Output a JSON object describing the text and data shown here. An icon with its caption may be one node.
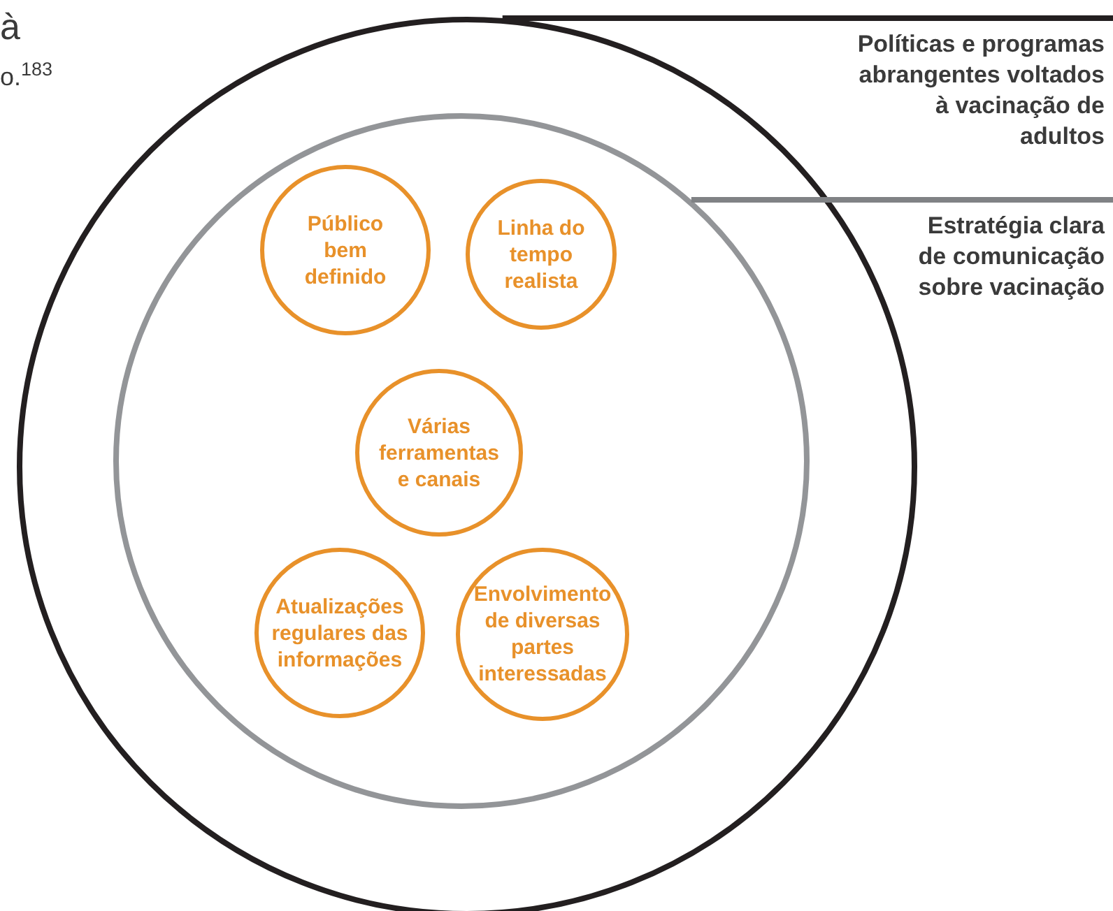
{
  "diagram": {
    "nodes": [
      {
        "text": [],
        "shape": "circle"
      },
      {
        "text": [],
        "shape": "circle",
        "in": 0
      },
      {
        "text": [
          "Público bem definido"
        ],
        "in": 1
      },
      {
        "text": [
          "Linha do tempo realista"
        ],
        "in": 1
      },
      {
        "text": [
          "Várias ferramentas e canais"
        ],
        "in": 1
      },
      {
        "text": [
          "Atualizações regulares das informações"
        ],
        "in": 1
      },
      {
        "text": [
          "Envolvimento de diversas partes interessadas"
        ],
        "in": 1
      },
      {
        "text": [
          "Políticas e programas abrangentes voltados à vacinação de adultos"
        ]
      },
      {
        "text": [
          "Estratégia clara de comunicação sobre vacinação"
        ]
      }
    ],
    "edges": [
      {
        "from": 7,
        "to": 0,
        "arrow": "none"
      },
      {
        "from": 8,
        "to": 1,
        "arrow": "none",
        "color": "#808285"
      }
    ],
    "labels": [
      "à",
      "o.$^{183}$"
    ]
  }
}
